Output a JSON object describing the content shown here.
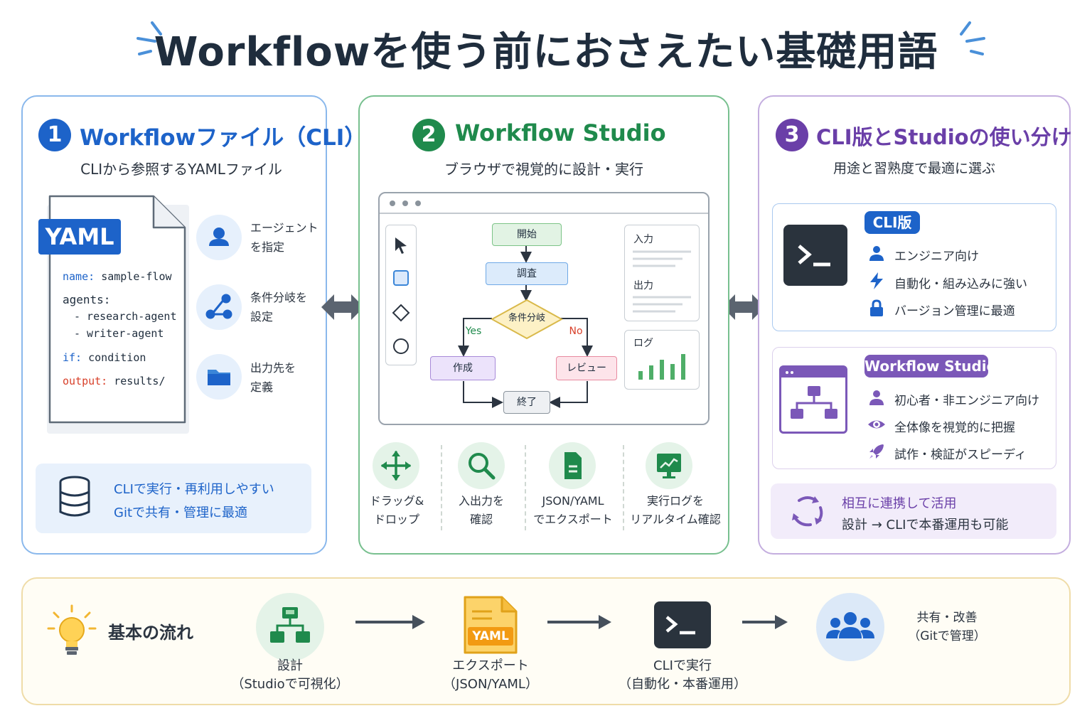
{
  "title": "Workflowを使う前におさえたい基礎用語",
  "colors": {
    "blue": "#1d63c9",
    "green": "#1f8a4c",
    "purple": "#6a3fa8",
    "dark": "#2b3440"
  },
  "panel1": {
    "number": "1",
    "title": "Workflowファイル（CLI）",
    "subtitle": "CLIから参照するYAMLファイル",
    "yaml_tag": "YAML",
    "code": {
      "name_key": "name:",
      "name_val": "sample-flow",
      "agents_key": "agents:",
      "agent1": "- research-agent",
      "agent2": "- writer-agent",
      "if_key": "if:",
      "if_val": "condition",
      "output_key": "output:",
      "output_val": "results/"
    },
    "features": [
      {
        "icon": "person-icon",
        "line1": "エージェント",
        "line2": "を指定"
      },
      {
        "icon": "branch-icon",
        "line1": "条件分岐を",
        "line2": "設定"
      },
      {
        "icon": "folder-icon",
        "line1": "出力先を",
        "line2": "定義"
      }
    ],
    "info": {
      "icon": "database-icon",
      "line1": "CLIで実行・再利用しやすい",
      "line2": "Gitで共有・管理に最適"
    }
  },
  "panel2": {
    "number": "2",
    "title": "Workflow Studio",
    "subtitle": "ブラウザで視覚的に設計・実行",
    "nodes": {
      "start": "開始",
      "research": "調査",
      "branch": "条件分岐",
      "create": "作成",
      "review": "レビュー",
      "end": "終了",
      "yes": "Yes",
      "no": "No"
    },
    "side": {
      "input": "入力",
      "output": "出力",
      "log": "ログ"
    },
    "tools": [
      {
        "icon": "move-icon",
        "line1": "ドラッグ&",
        "line2": "ドロップ"
      },
      {
        "icon": "magnifier-icon",
        "line1": "入出力を",
        "line2": "確認"
      },
      {
        "icon": "document-icon",
        "line1": "JSON/YAML",
        "line2": "でエクスポート"
      },
      {
        "icon": "monitor-chart-icon",
        "line1": "実行ログを",
        "line2": "リアルタイム確認"
      }
    ]
  },
  "panel3": {
    "number": "3",
    "title": "CLI版とStudioの使い分け",
    "subtitle": "用途と習熟度で最適に選ぶ",
    "cli": {
      "badge": "CLI版",
      "items": [
        {
          "icon": "person-icon",
          "text": "エンジニア向け"
        },
        {
          "icon": "lightning-icon",
          "text": "自動化・組み込みに強い"
        },
        {
          "icon": "lock-icon",
          "text": "バージョン管理に最適"
        }
      ]
    },
    "studio": {
      "badge": "Workflow Studio",
      "items": [
        {
          "icon": "person-icon",
          "text": "初心者・非エンジニア向け"
        },
        {
          "icon": "eye-icon",
          "text": "全体像を視覚的に把握"
        },
        {
          "icon": "rocket-icon",
          "text": "試作・検証がスピーディ"
        }
      ]
    },
    "info": {
      "icon": "cycle-icon",
      "line1": "相互に連携して活用",
      "line2": "設計 → CLIで本番運用も可能"
    }
  },
  "flow": {
    "title": "基本の流れ",
    "steps": [
      {
        "icon": "diagram-icon",
        "line1": "設計",
        "line2": "（Studioで可視化）"
      },
      {
        "icon": "yaml-file-icon",
        "badge": "YAML",
        "line1": "エクスポート",
        "line2": "（JSON/YAML）"
      },
      {
        "icon": "terminal-icon",
        "line1": "CLIで実行",
        "line2": "（自動化・本番運用）"
      },
      {
        "icon": "team-icon",
        "line1": "共有・改善",
        "line2": "（Gitで管理）"
      }
    ]
  }
}
